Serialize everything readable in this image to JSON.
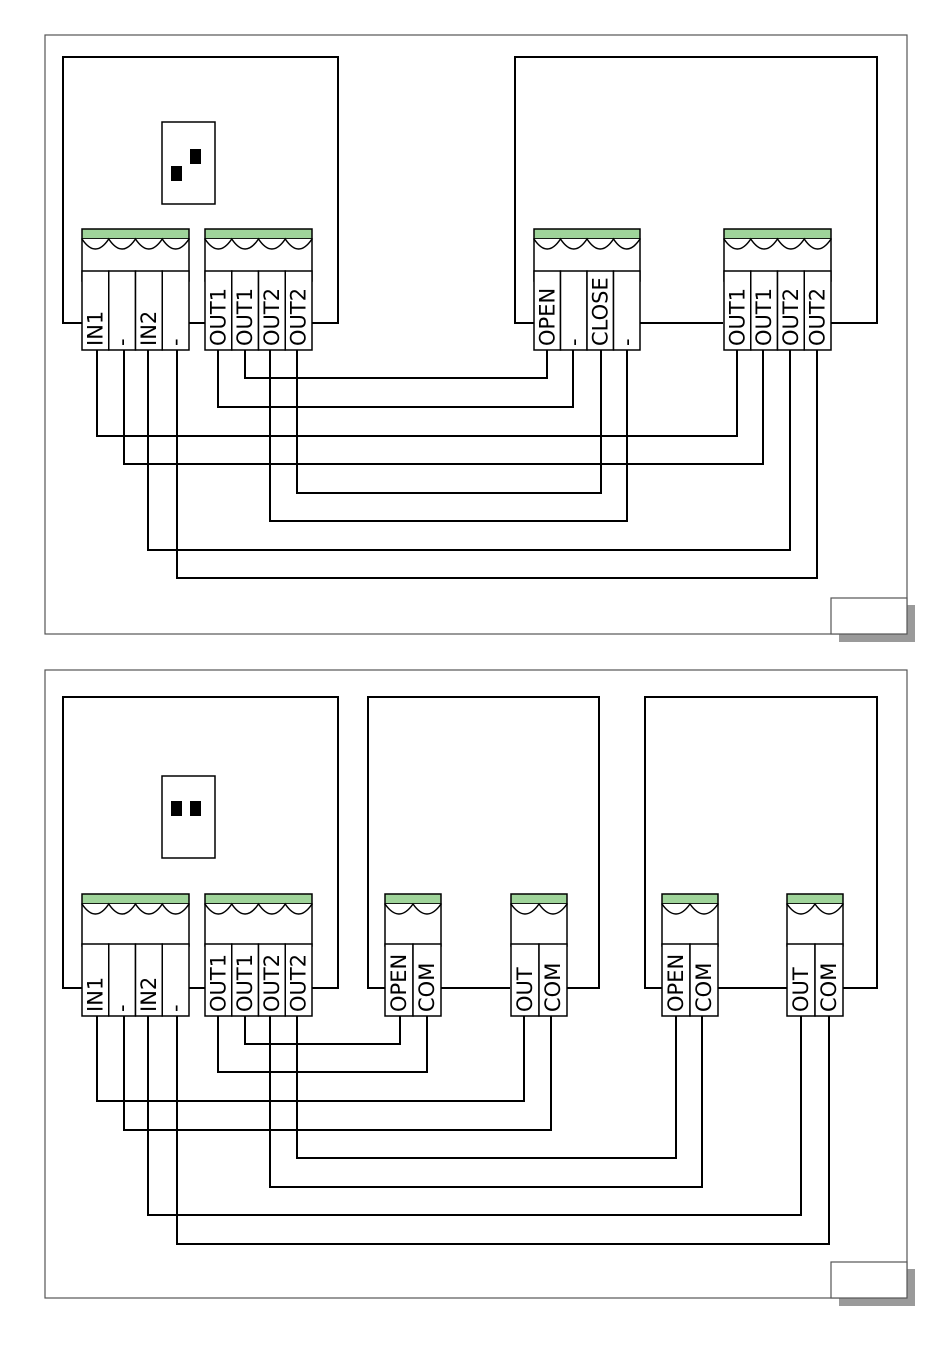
{
  "colors": {
    "terminal_top": "#9fd49a",
    "wire": "#000000",
    "frame": "#555555"
  },
  "diagram1": {
    "controller": {
      "input_terminals": [
        "IN1",
        "-",
        "IN2",
        "-"
      ],
      "output_terminals": [
        "OUT1",
        "OUT1",
        "OUT2",
        "OUT2"
      ]
    },
    "device_a": {
      "terminals": [
        "OPEN",
        "-",
        "CLOSE",
        "-"
      ]
    },
    "device_b": {
      "terminals": [
        "OUT1",
        "OUT1",
        "OUT2",
        "OUT2"
      ]
    }
  },
  "diagram2": {
    "controller": {
      "input_terminals": [
        "IN1",
        "-",
        "IN2",
        "-"
      ],
      "output_terminals": [
        "OUT1",
        "OUT1",
        "OUT2",
        "OUT2"
      ]
    },
    "device_a": {
      "in_terminals": [
        "OPEN",
        "COM"
      ],
      "out_terminals": [
        "OUT",
        "COM"
      ]
    },
    "device_b": {
      "in_terminals": [
        "OPEN",
        "COM"
      ],
      "out_terminals": [
        "OUT",
        "COM"
      ]
    }
  }
}
